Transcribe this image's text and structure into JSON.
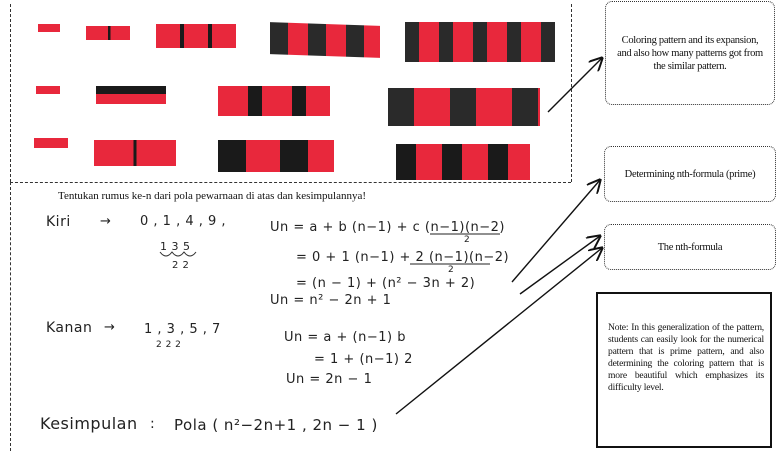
{
  "callouts": {
    "coloring": "Coloring pattern and its expansion, and also how many patterns got from the similar pattern.",
    "nth_prime": "Determining nth-formula (prime)",
    "nth": "The nth-formula"
  },
  "note": "Note: In this generalization of the pattern, students can easily look for the numerical pattern that is prime pattern, and also determining the coloring pattern that is more beautiful which emphasizes its difficulty level.",
  "instruction": "Tentukan  rumus ke-n dari pola pewarnaan di atas dan kesimpulannya!",
  "work": {
    "kiri_label": "Kiri",
    "arrow": "→",
    "kiri_seq": "0 , 1 , 4 , 9 ,",
    "kiri_diff1": "1     3     5",
    "kiri_diff2": "2     2",
    "un_line1": "Un =  a + b (n−1) + c (n−1)(n−2)",
    "un_line1_den": "2",
    "un_line2": "= 0 + 1 (n−1) + 2 (n−1)(n−2)",
    "un_line2_den": "2",
    "un_line3": "= (n − 1) + (n² − 3n + 2)",
    "un_line4": "Un =  n² − 2n + 1",
    "kanan_label": "Kanan",
    "kanan_arrow": "→",
    "kanan_seq": "1 , 3 , 5 , 7",
    "kanan_diff": "2    2    2",
    "kanan_un1": "Un =  a + (n−1) b",
    "kanan_un2": "=  1 + (n−1) 2",
    "kanan_un3": "Un =  2n  − 1",
    "kesimpulan_label": "Kesimpulan",
    "kesimpulan_colon": ":",
    "kesimpulan_text": "Pola ( n²−2n+1 ,  2n − 1 )"
  },
  "colors": {
    "red": "#e8283c",
    "black": "#1a1a1a",
    "border": "#333333"
  }
}
